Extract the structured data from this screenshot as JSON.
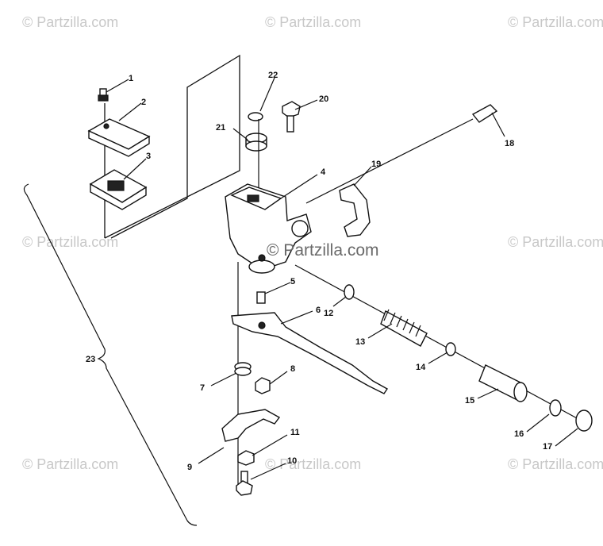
{
  "watermarks": {
    "corner_text": "© Partzilla.com",
    "center_text": "© Partzilla.com"
  },
  "callouts": {
    "c1": "1",
    "c2": "2",
    "c3": "3",
    "c4": "4",
    "c5": "5",
    "c6": "6",
    "c7": "7",
    "c8": "8",
    "c9": "9",
    "c10": "10",
    "c11": "11",
    "c12": "12",
    "c13": "13",
    "c14": "14",
    "c15": "15",
    "c16": "16",
    "c17": "17",
    "c18": "18",
    "c19": "19",
    "c20": "20",
    "c21": "21",
    "c22": "22",
    "c23": "23"
  },
  "colors": {
    "line": "#111111",
    "watermark": "#c8c8c8",
    "background": "#ffffff"
  }
}
